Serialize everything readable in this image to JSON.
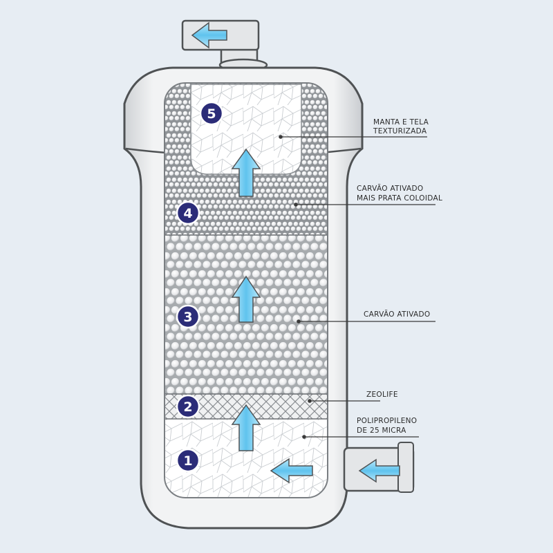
{
  "layers": [
    {
      "number": "1",
      "label_lines": [
        "POLIPROPILENO",
        "DE 25 MICRA"
      ]
    },
    {
      "number": "2",
      "label_lines": [
        "ZEOLIFE"
      ]
    },
    {
      "number": "3",
      "label_lines": [
        "CARVÃO ATIVADO"
      ]
    },
    {
      "number": "4",
      "label_lines": [
        "CARVÃO ATIVADO",
        "MAIS PRATA COLOIDAL"
      ]
    },
    {
      "number": "5",
      "label_lines": [
        "MANTA E TELA",
        "TEXTURIZADA"
      ]
    }
  ],
  "colors": {
    "background": "#e7edf3",
    "shell": "#e4e6e8",
    "shell_stroke": "#4f5254",
    "badge": "#2b2c78",
    "arrow": "#7fd0f0",
    "leader": "#3a3a3a"
  }
}
